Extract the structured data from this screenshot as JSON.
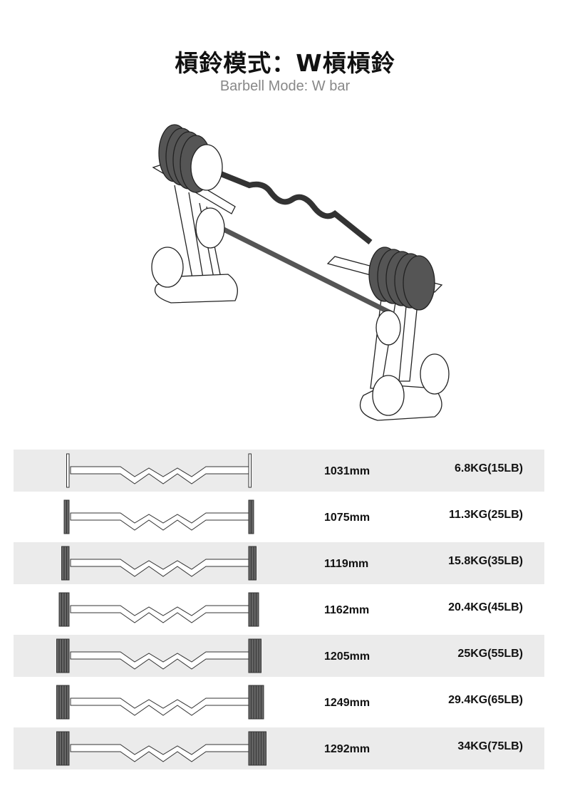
{
  "header": {
    "title": "槓鈴模式：W槓槓鈴",
    "subtitle": "Barbell Mode: W bar"
  },
  "rows": [
    {
      "length": "1031mm",
      "weight": "6.8KG(15LB)",
      "plates": 1
    },
    {
      "length": "1075mm",
      "weight": "11.3KG(25LB)",
      "plates": 2
    },
    {
      "length": "1119mm",
      "weight": "15.8KG(35LB)",
      "plates": 3
    },
    {
      "length": "1162mm",
      "weight": "20.4KG(45LB)",
      "plates": 4
    },
    {
      "length": "1205mm",
      "weight": "25KG(55LB)",
      "plates": 5
    },
    {
      "length": "1249mm",
      "weight": "29.4KG(65LB)",
      "plates": 6
    },
    {
      "length": "1292mm",
      "weight": "34KG(75LB)",
      "plates": 7
    }
  ]
}
